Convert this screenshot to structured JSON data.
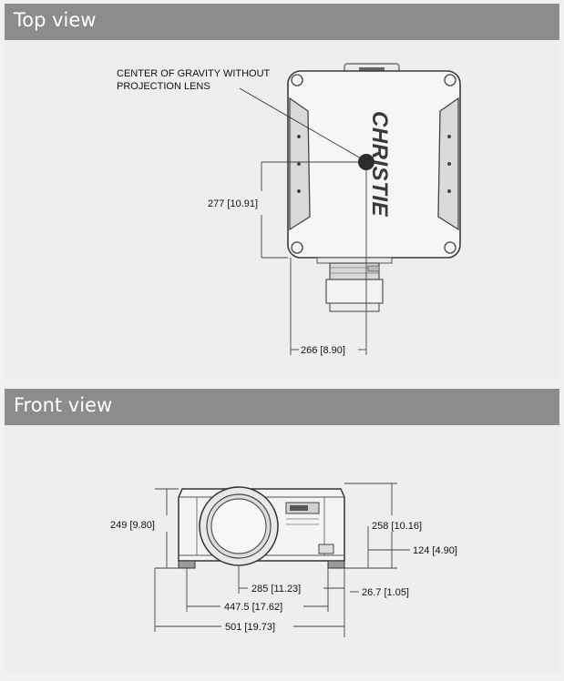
{
  "sections": [
    {
      "title": "Top view"
    },
    {
      "title": "Front view"
    }
  ],
  "top_view": {
    "cog_label_line1": "CENTER OF GRAVITY WITHOUT",
    "cog_label_line2": "PROJECTION LENS",
    "brand": "CHRISTIE",
    "dim_height": "277 [10.91]",
    "dim_width": "266 [8.90]"
  },
  "front_view": {
    "dim_left_height": "249 [9.80]",
    "dim_right_height": "258 [10.16]",
    "dim_side_height": "124 [4.90]",
    "dim_lens_center": "285 [11.23]",
    "dim_foot": "26.7 [1.05]",
    "dim_inner_width": "447.5 [17.62]",
    "dim_total_width": "501 [19.73]"
  }
}
